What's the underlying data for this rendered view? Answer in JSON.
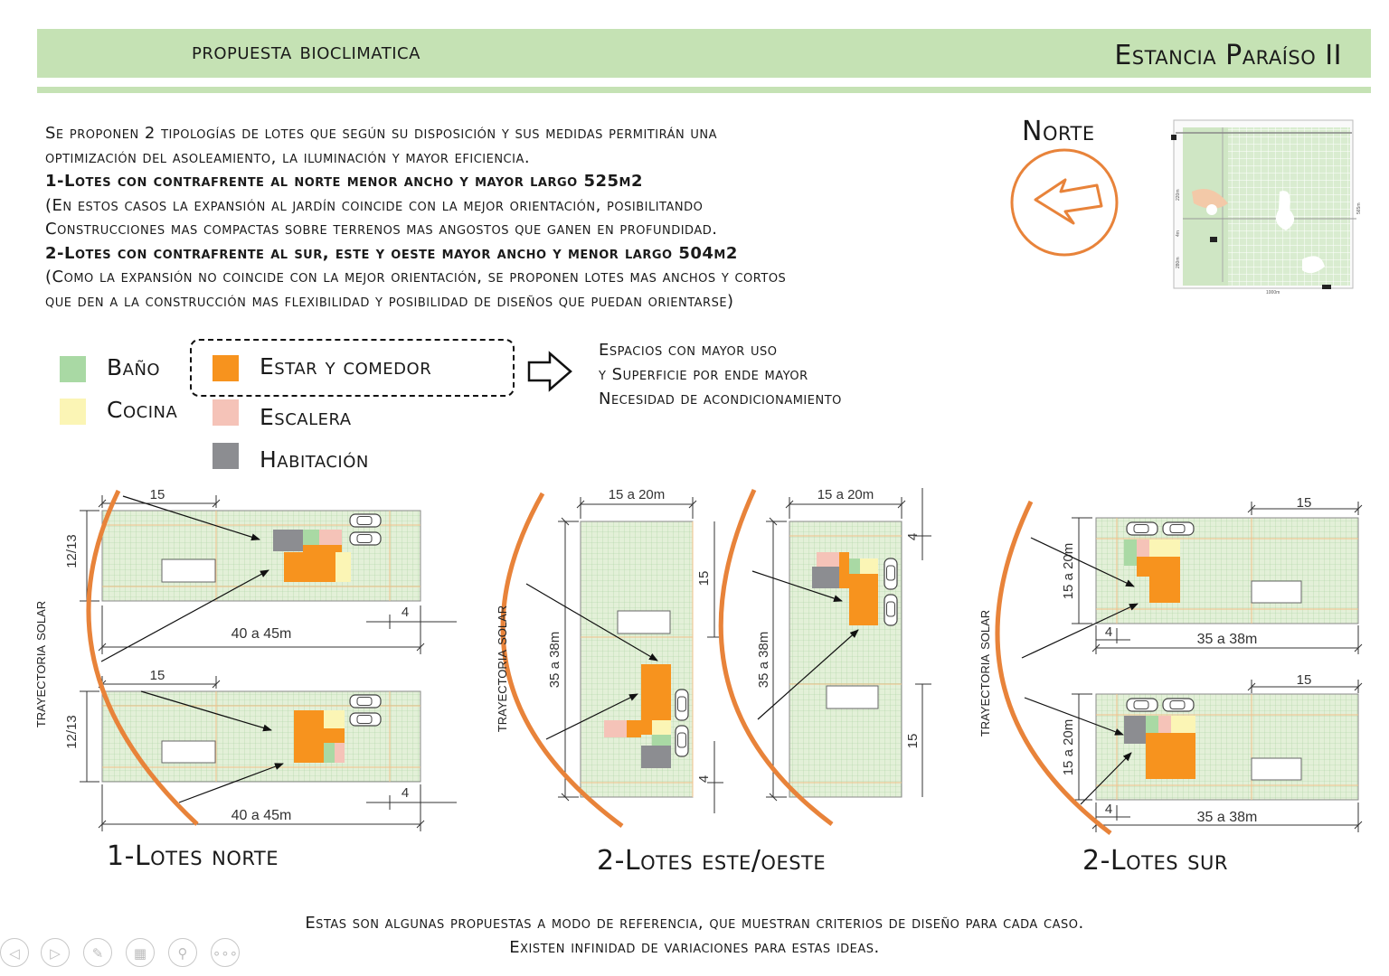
{
  "header": {
    "left_title": "propuesta bioclimatica",
    "right_title": "Estancia Paraíso II"
  },
  "intro": {
    "lines": [
      "Se proponen 2 tipologías de lotes que según su disposición y sus medidas permitirán una",
      "optimización del asoleamiento, la iluminación y mayor eficiencia.",
      "1-Lotes con contrafrente al norte menor ancho y mayor largo 525m2",
      "(En estos casos la expansión al jardín coincide con la mejor orientación, posibilitando",
      "Construcciones mas compactas sobre terrenos mas angostos que ganen en profundidad.",
      "2-Lotes con contrafrente al sur, este y oeste mayor ancho y menor largo 504m2",
      "(Como la expansión no coincide con la mejor orientación, se proponen lotes mas anchos y cortos",
      "que den a la construcción mas flexibilidad y posibilidad de diseños que puedan orientarse)"
    ]
  },
  "north": {
    "label": "Norte",
    "icon": "north-arrow-icon"
  },
  "site_plan": {
    "dim_left": "220m",
    "dim_left2": "4m",
    "dim_left3": "280m",
    "dim_right": "565m",
    "dim_bottom": "1000m"
  },
  "legend": {
    "items": [
      {
        "label": "Baño",
        "color": "#a9d9a4"
      },
      {
        "label": "Cocina",
        "color": "#fbf5b5"
      },
      {
        "label": "Estar y comedor",
        "color": "#f7931e"
      },
      {
        "label": "Escalera",
        "color": "#f5c3b8"
      },
      {
        "label": "Habitación",
        "color": "#8c8d91"
      }
    ]
  },
  "note": {
    "lines": [
      "Espacios con mayor uso",
      "y Superficie por ende mayor",
      "Necesidad de acondicionamiento"
    ]
  },
  "diagrams": {
    "solar_label": "trayectoria solar",
    "north": {
      "caption": "1-Lotes norte",
      "dim_width": "15",
      "dim_depth": "12/13",
      "dim_length": "40 a 45m",
      "dim_setback": "4"
    },
    "east_west": {
      "caption": "2-Lotes este/oeste",
      "dim_width": "15 a 20m",
      "dim_length": "35 a 38m",
      "dim_front": "15",
      "dim_setback": "4"
    },
    "south": {
      "caption": "2-Lotes sur",
      "dim_width": "15",
      "dim_depth": "15 a 20m",
      "dim_length": "35 a 38m",
      "dim_setback": "4"
    }
  },
  "footer": {
    "lines": [
      "Estas son algunas propuestas a modo de referencia, que muestran criterios de diseño para cada caso.",
      "Existen infinidad de variaciones para estas ideas."
    ]
  },
  "nav": {
    "buttons": [
      "◁",
      "▷",
      "✎",
      "▦",
      "⚲",
      "∘∘∘"
    ]
  },
  "colors": {
    "accent": "#e8833a",
    "band": "#c5e2b4",
    "lot": "#e3f0d8",
    "grid": "#a9d3a0",
    "lotline": "#f0c08a"
  }
}
